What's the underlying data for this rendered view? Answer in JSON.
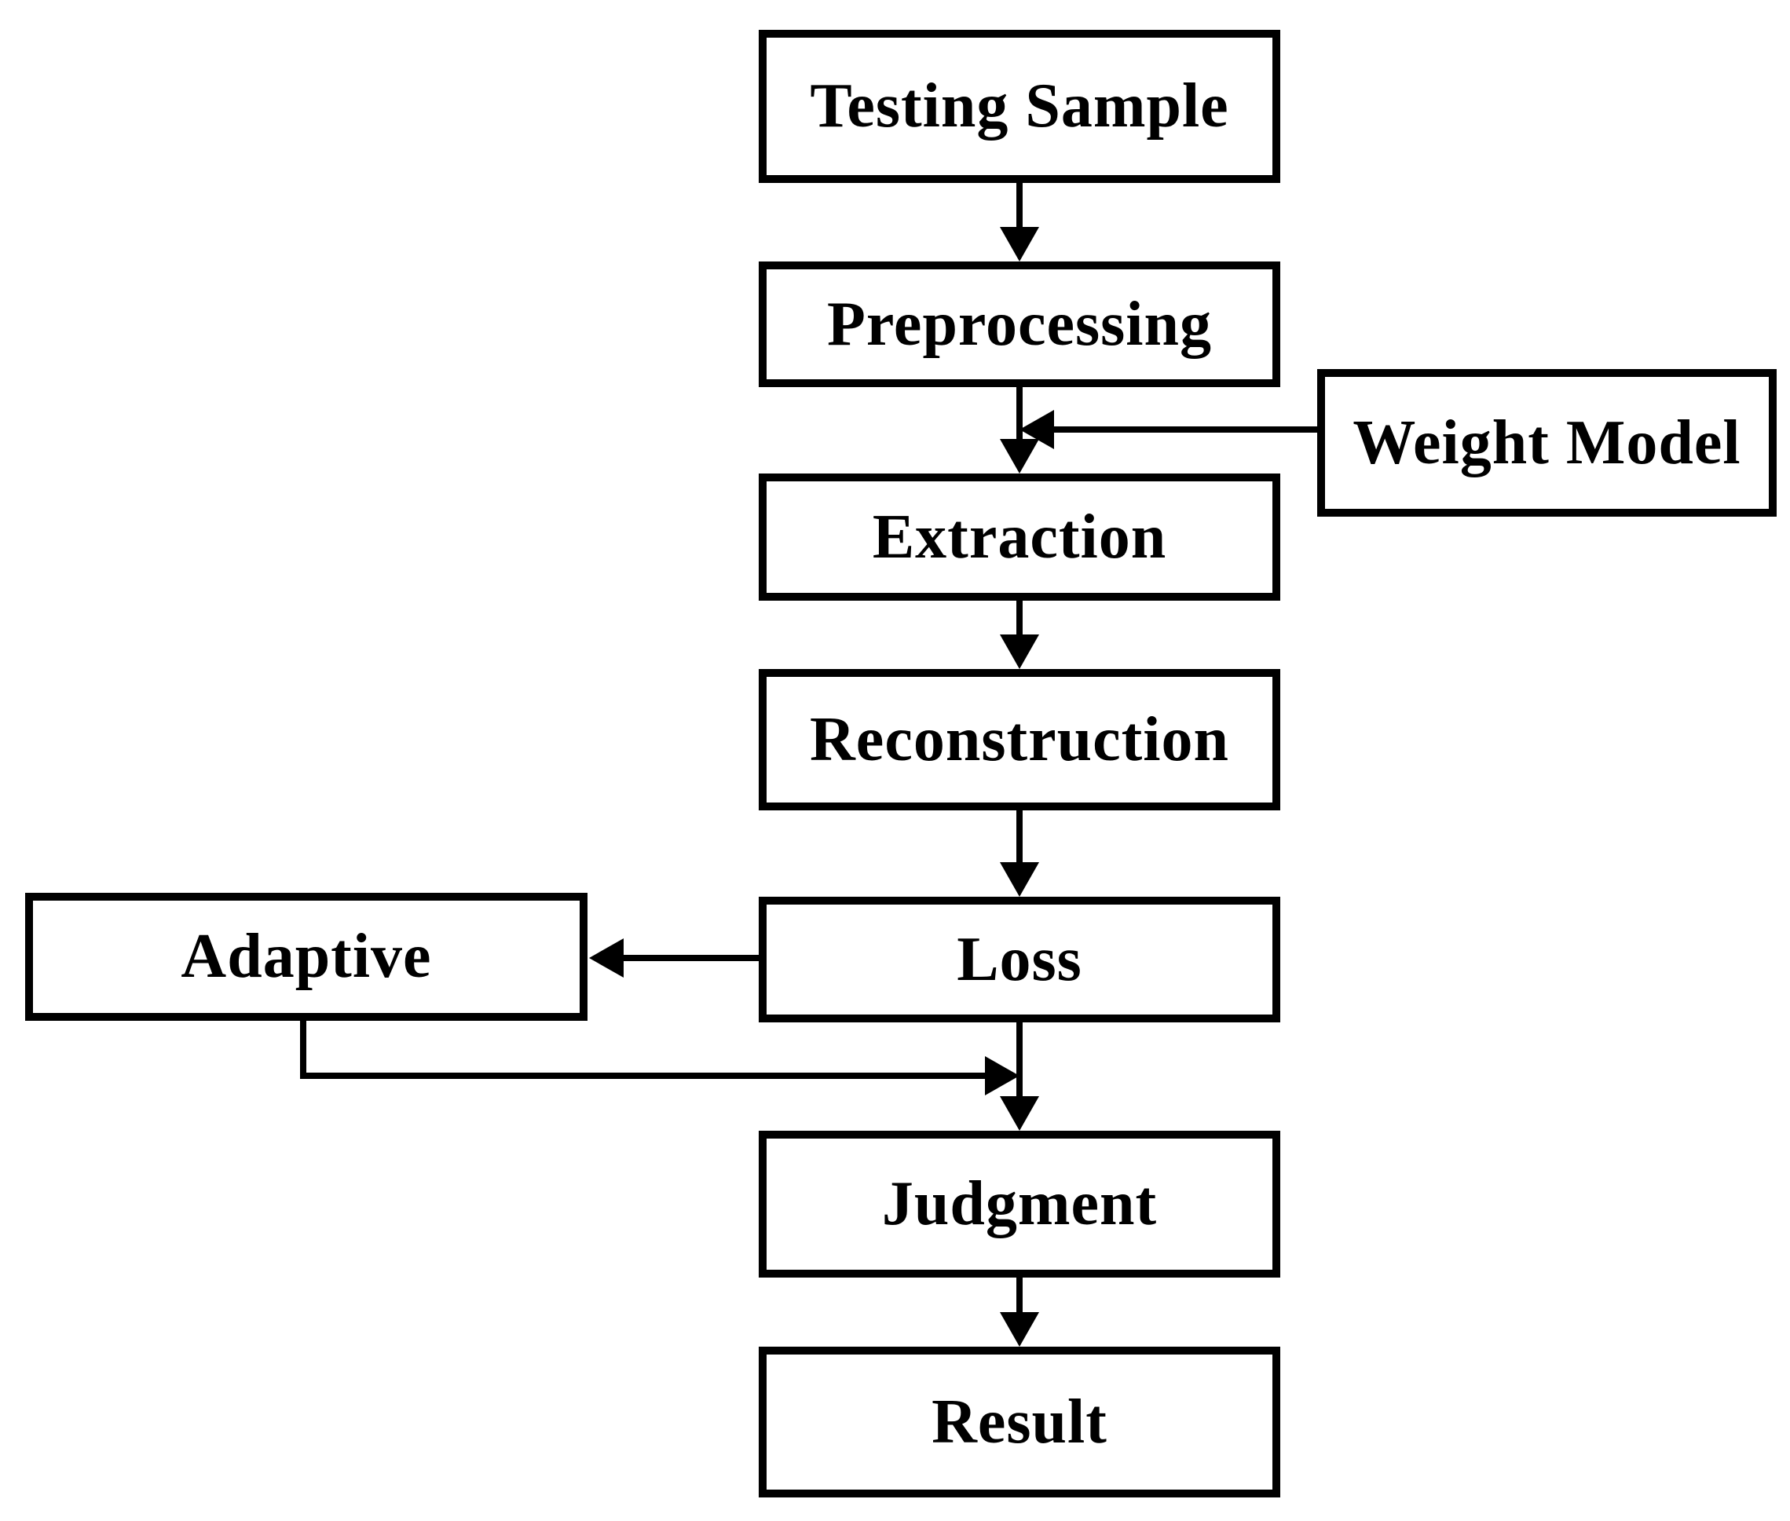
{
  "figure": {
    "type": "flowchart",
    "background_color": "#ffffff",
    "line_color": "#000000",
    "text_color": "#000000",
    "nodes": {
      "testing_sample": {
        "label": "Testing Sample"
      },
      "preprocessing": {
        "label": "Preprocessing"
      },
      "weight_model": {
        "label": "Weight Model"
      },
      "extraction": {
        "label": "Extraction"
      },
      "reconstruction": {
        "label": "Reconstruction"
      },
      "loss": {
        "label": "Loss"
      },
      "adaptive": {
        "label": "Adaptive"
      },
      "judgment": {
        "label": "Judgment"
      },
      "result": {
        "label": "Result"
      }
    },
    "edges": [
      {
        "from": "testing_sample",
        "to": "preprocessing",
        "style": "arrow-down"
      },
      {
        "from": "preprocessing",
        "to": "extraction",
        "style": "arrow-down"
      },
      {
        "from": "weight_model",
        "to": "preprocessing-extraction-connector",
        "style": "arrow-left"
      },
      {
        "from": "extraction",
        "to": "reconstruction",
        "style": "arrow-down"
      },
      {
        "from": "reconstruction",
        "to": "loss",
        "style": "arrow-down"
      },
      {
        "from": "loss",
        "to": "adaptive",
        "style": "arrow-left"
      },
      {
        "from": "loss",
        "to": "judgment",
        "style": "arrow-down"
      },
      {
        "from": "adaptive",
        "to": "loss-judgment-connector",
        "style": "elbow-arrow-right"
      },
      {
        "from": "judgment",
        "to": "result",
        "style": "arrow-down"
      }
    ]
  }
}
